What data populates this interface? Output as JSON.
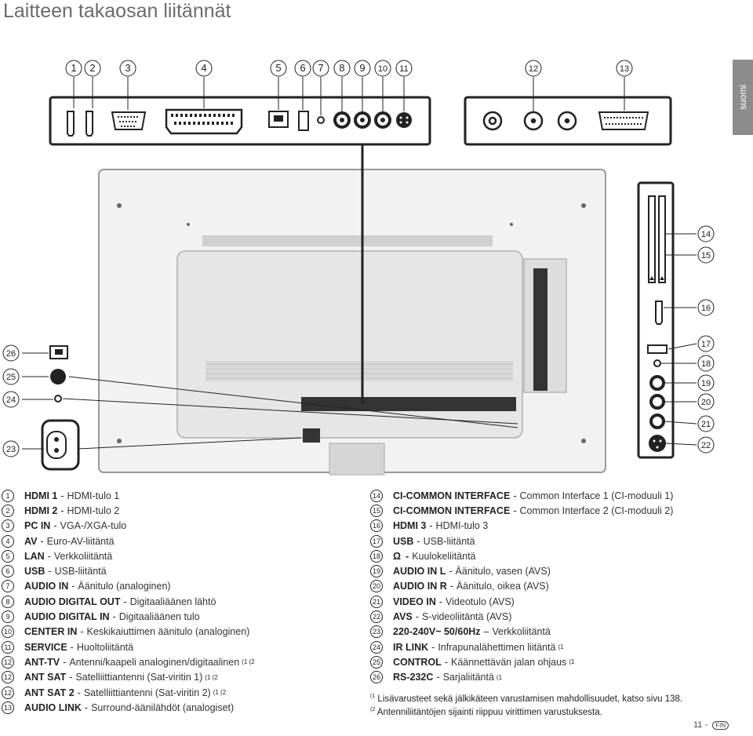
{
  "title": "Laitteen takaosan liitännät",
  "side_tab": "suomi",
  "callouts": {
    "top": [
      "1",
      "2",
      "3",
      "4",
      "5",
      "6",
      "7",
      "8",
      "9",
      "10",
      "11",
      "12",
      "13"
    ],
    "right": [
      "14",
      "15",
      "16",
      "17",
      "18",
      "19",
      "20",
      "21",
      "22"
    ],
    "left": [
      "26",
      "25",
      "24",
      "23"
    ]
  },
  "legend_left": [
    {
      "num": "1",
      "bold": "HDMI 1",
      "text": "HDMI-tulo 1",
      "fn": ""
    },
    {
      "num": "2",
      "bold": "HDMI 2",
      "text": "HDMI-tulo 2",
      "fn": ""
    },
    {
      "num": "3",
      "bold": "PC IN",
      "text": "VGA-/XGA-tulo",
      "fn": ""
    },
    {
      "num": "4",
      "bold": "AV",
      "text": "Euro-AV-liitäntä",
      "fn": ""
    },
    {
      "num": "5",
      "bold": "LAN",
      "text": "Verkkoliitäntä",
      "fn": ""
    },
    {
      "num": "6",
      "bold": "USB",
      "text": "USB-liitäntä",
      "fn": ""
    },
    {
      "num": "7",
      "bold": "AUDIO IN",
      "text": "Äänitulo (analoginen)",
      "fn": ""
    },
    {
      "num": "8",
      "bold": "AUDIO DIGITAL OUT",
      "text": "Digitaaliäänen lähtö",
      "fn": ""
    },
    {
      "num": "9",
      "bold": "AUDIO DIGITAL IN",
      "text": "Digitaaliäänen tulo",
      "fn": ""
    },
    {
      "num": "10",
      "bold": "CENTER IN",
      "text": "Keskikaiuttimen äänitulo (analoginen)",
      "fn": ""
    },
    {
      "num": "11",
      "bold": "SERVICE",
      "text": "Huoltoliitäntä",
      "fn": ""
    },
    {
      "num": "12",
      "bold": "ANT-TV",
      "text": "Antenni/kaapeli analoginen/digitaalinen",
      "fn": "(1 (2"
    },
    {
      "num": "12",
      "bold": "ANT SAT",
      "text": "Satelliittiantenni (Sat-viritin 1)",
      "fn": "(1 (2"
    },
    {
      "num": "12",
      "bold": "ANT SAT 2",
      "text": "Satelliittiantenni (Sat-viritin 2)",
      "fn": "(1 (2"
    },
    {
      "num": "13",
      "bold": "AUDIO LINK",
      "text": "Surround-äänilähdöt (analogiset)",
      "fn": ""
    }
  ],
  "legend_right": [
    {
      "num": "14",
      "bold": "CI-COMMON INTERFACE",
      "text": "Common Interface 1 (CI-moduuli 1)",
      "fn": ""
    },
    {
      "num": "15",
      "bold": "CI-COMMON INTERFACE",
      "text": "Common Interface 2 (CI-moduuli 2)",
      "fn": ""
    },
    {
      "num": "16",
      "bold": "HDMI 3",
      "text": "HDMI-tulo 3",
      "fn": ""
    },
    {
      "num": "17",
      "bold": "USB",
      "text": "USB-liitäntä",
      "fn": ""
    },
    {
      "num": "18",
      "bold": "",
      "text": "Kuulokeliitäntä",
      "fn": "",
      "icon": "headphone-icon"
    },
    {
      "num": "19",
      "bold": "AUDIO IN L",
      "text": "Äänitulo, vasen (AVS)",
      "fn": ""
    },
    {
      "num": "20",
      "bold": "AUDIO IN R",
      "text": "Äänitulo, oikea (AVS)",
      "fn": ""
    },
    {
      "num": "21",
      "bold": "VIDEO IN",
      "text": "Videotulo (AVS)",
      "fn": ""
    },
    {
      "num": "22",
      "bold": "AVS",
      "text": "S-videoliitäntä (AVS)",
      "fn": ""
    },
    {
      "num": "23",
      "bold": "220-240V~ 50/60Hz",
      "text": "Verkkoliitäntä",
      "fn": "",
      "sep": "–"
    },
    {
      "num": "24",
      "bold": "IR LINK",
      "text": "Infrapunalähettimen liitäntä",
      "fn": "(1"
    },
    {
      "num": "25",
      "bold": "CONTROL",
      "text": "Käännettävän jalan ohjaus",
      "fn": "(1"
    },
    {
      "num": "26",
      "bold": "RS-232C",
      "text": "Sarjaliitäntä",
      "fn": "(1"
    }
  ],
  "footnotes": [
    {
      "mark": "(1",
      "text": "Lisävarusteet sekä jälkikäteen varustamisen mahdollisuudet, katso sivu 138."
    },
    {
      "mark": "(2",
      "text": "Antenniliitäntöjen sijainti riippuu virittimen varustuksesta."
    }
  ],
  "page": {
    "number": "11",
    "lang": "FIN"
  }
}
